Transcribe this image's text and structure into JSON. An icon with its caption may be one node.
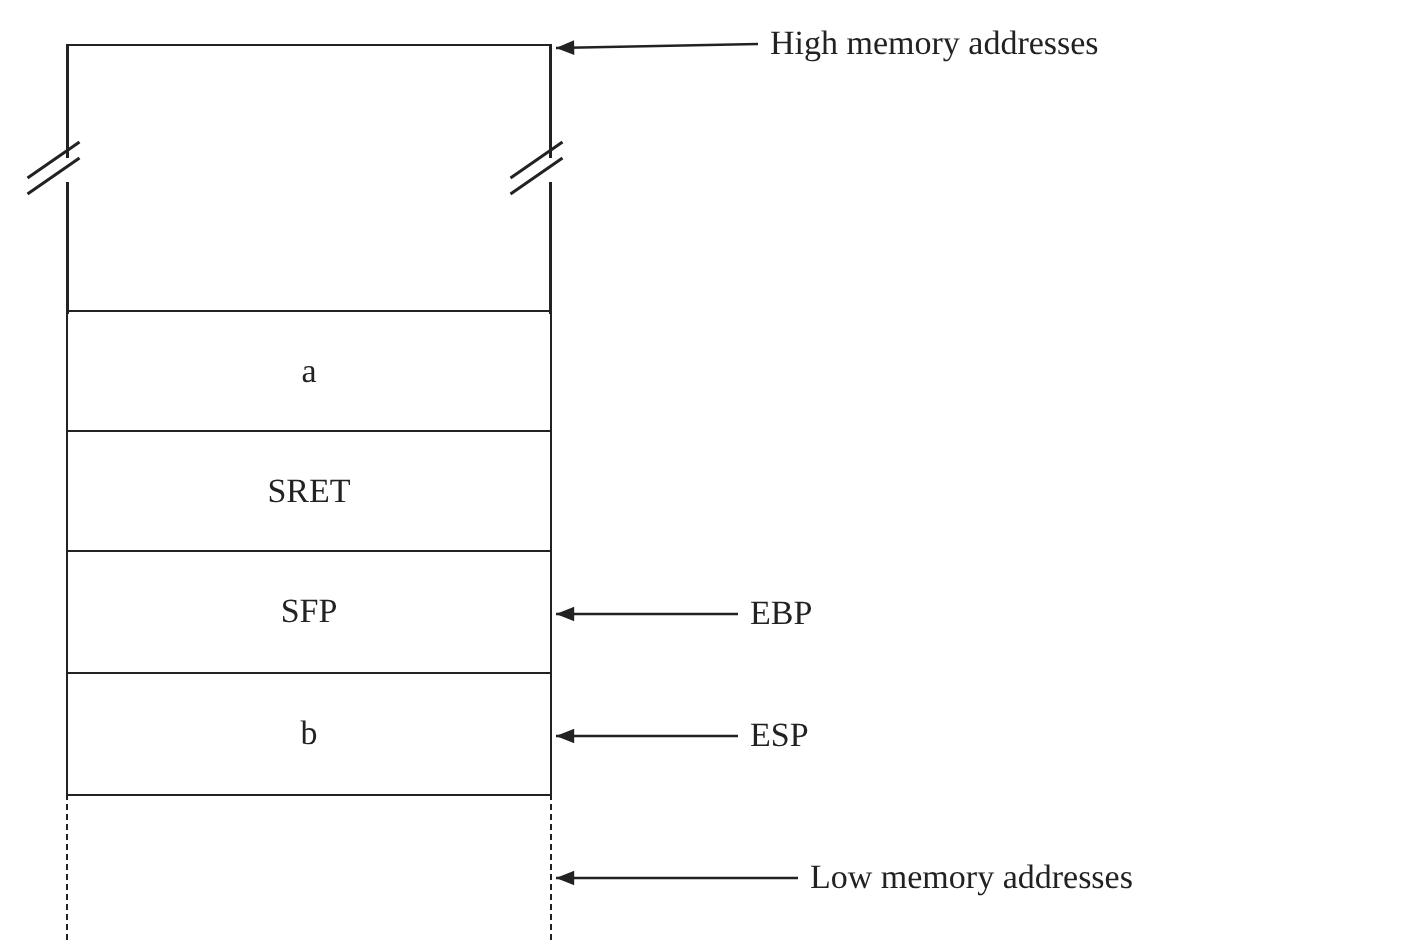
{
  "diagram": {
    "nodes": [
      {
        "text": [],
        "shape": "box"
      },
      {
        "text": [
          "a"
        ]
      },
      {
        "text": [
          "SRET"
        ]
      },
      {
        "text": [
          "SFP"
        ]
      },
      {
        "text": [
          "b"
        ]
      },
      {
        "text": [],
        "shape": "box"
      },
      {
        "text": [
          "High memory addresses"
        ]
      },
      {
        "text": [
          "EBP"
        ]
      },
      {
        "text": [
          "ESP"
        ]
      },
      {
        "text": [
          "Low memory addresses"
        ]
      }
    ],
    "edges": [
      {
        "from": 6,
        "to": 0,
        "arrow": "to"
      },
      {
        "from": 7,
        "to": 3,
        "arrow": "to"
      },
      {
        "from": 8,
        "to": 4,
        "arrow": "to"
      },
      {
        "from": 9,
        "to": 5,
        "arrow": "to"
      }
    ]
  }
}
